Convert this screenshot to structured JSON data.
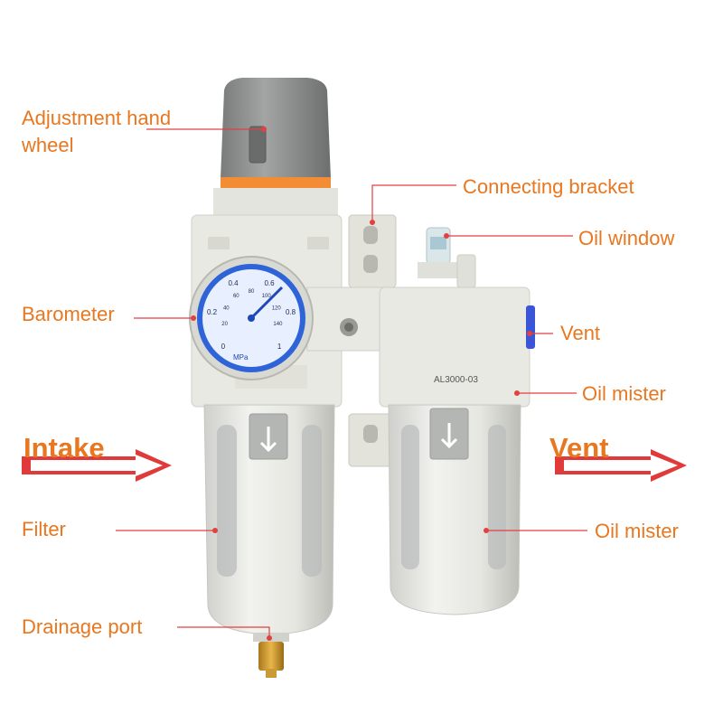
{
  "labels": {
    "adjustment_line1": "Adjustment hand",
    "adjustment_line2": "wheel",
    "connecting_bracket": "Connecting bracket",
    "oil_window": "Oil window",
    "barometer": "Barometer",
    "vent_right": "Vent",
    "oil_mister_top": "Oil mister",
    "intake": "Intake",
    "vent_flow": "Vent",
    "filter": "Filter",
    "oil_mister_bottom": "Oil mister",
    "drainage_port": "Drainage port"
  },
  "product": {
    "lubricator_model": "AL3000-03",
    "gauge_unit": "MPa",
    "gauge_ticks": [
      "0",
      "0.2",
      "0.4",
      "0.6",
      "0.8",
      "1"
    ],
    "gauge_inner_ticks": [
      "20",
      "40",
      "60",
      "80",
      "100",
      "120",
      "140"
    ]
  },
  "colors": {
    "label": "#e8771f",
    "leader": "#e34040",
    "arrow": "#e03a3a",
    "body": "#e6e6df",
    "knob": "#8f9090",
    "gauge_face": "#3c6fd6"
  }
}
